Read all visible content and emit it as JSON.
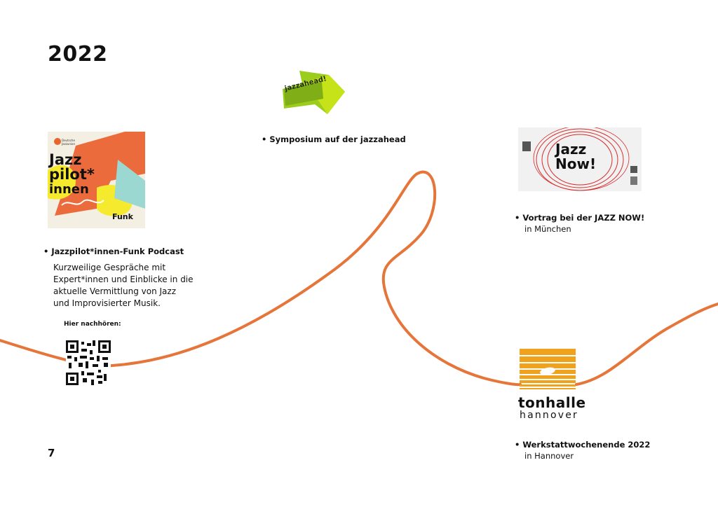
{
  "page": {
    "year": "2022",
    "page_number": "7",
    "accent_color": "#e6753a"
  },
  "podcast": {
    "cover_title_line1": "Jazz",
    "cover_title_line2": "pilot*",
    "cover_title_line3": "innen",
    "cover_brand": "Funk",
    "cover_org": "Deutsche Jazzunion",
    "title": "Jazzpilot*innen-Funk Podcast",
    "description": "Kurzweilige Gespräche mit Expert*innen und Einblicke in die aktuelle Vermittlung von Jazz und Improvisierter Musik.",
    "qr_label": "Hier nachhören:"
  },
  "jazzahead": {
    "logo_text": "jazzahead!",
    "title": "Symposium auf der jazzahead"
  },
  "jazznow": {
    "poster_line1": "Jazz",
    "poster_line2": "Now!",
    "title": "Vortrag bei der JAZZ NOW!",
    "subtitle": "in München"
  },
  "tonhalle": {
    "logo_word1": "tonhalle",
    "logo_word2": "hannover",
    "title": "Werkstattwochenende 2022",
    "subtitle": "in Hannover"
  }
}
